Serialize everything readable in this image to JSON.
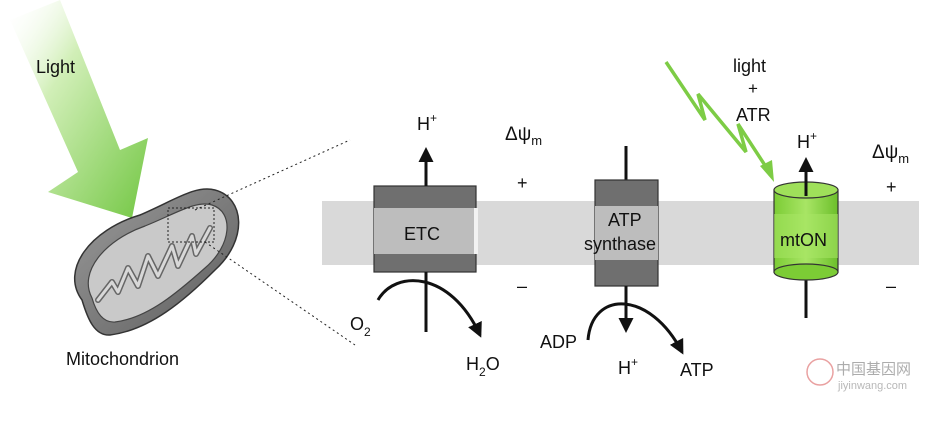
{
  "labels": {
    "light": "Light",
    "mitochondrion": "Mitochondrion",
    "etc": "ETC",
    "atp_synthase_line1": "ATP",
    "atp_synthase_line2": "synthase",
    "mton": "mtON",
    "light_atr_line1": "light",
    "light_atr_line2": "+",
    "light_atr_line3": "ATR",
    "h_plus_etc": "H",
    "h_plus_atp": "H",
    "h_plus_mton": "H",
    "plus_sup": "+",
    "delta_psi_1": "Δψ",
    "delta_psi_2": "Δψ",
    "psi_sub": "m",
    "plus_sign_1": "+",
    "minus_sign_1": "–",
    "plus_sign_2": "+",
    "minus_sign_2": "–",
    "o2": "O",
    "o2_sub": "2",
    "h2o_h": "H",
    "h2o_sub": "2",
    "h2o_o": "O",
    "adp": "ADP",
    "atp": "ATP",
    "watermark_cn": "中国基因网",
    "watermark_url": "jiyinwang.com"
  },
  "colors": {
    "light_arrow_green": "#7dcc45",
    "mton_green": "#8fd640",
    "membrane_gray": "#d9d9d9",
    "protein_dark": "#6b6b6b",
    "protein_light": "#b3b3b3"
  }
}
